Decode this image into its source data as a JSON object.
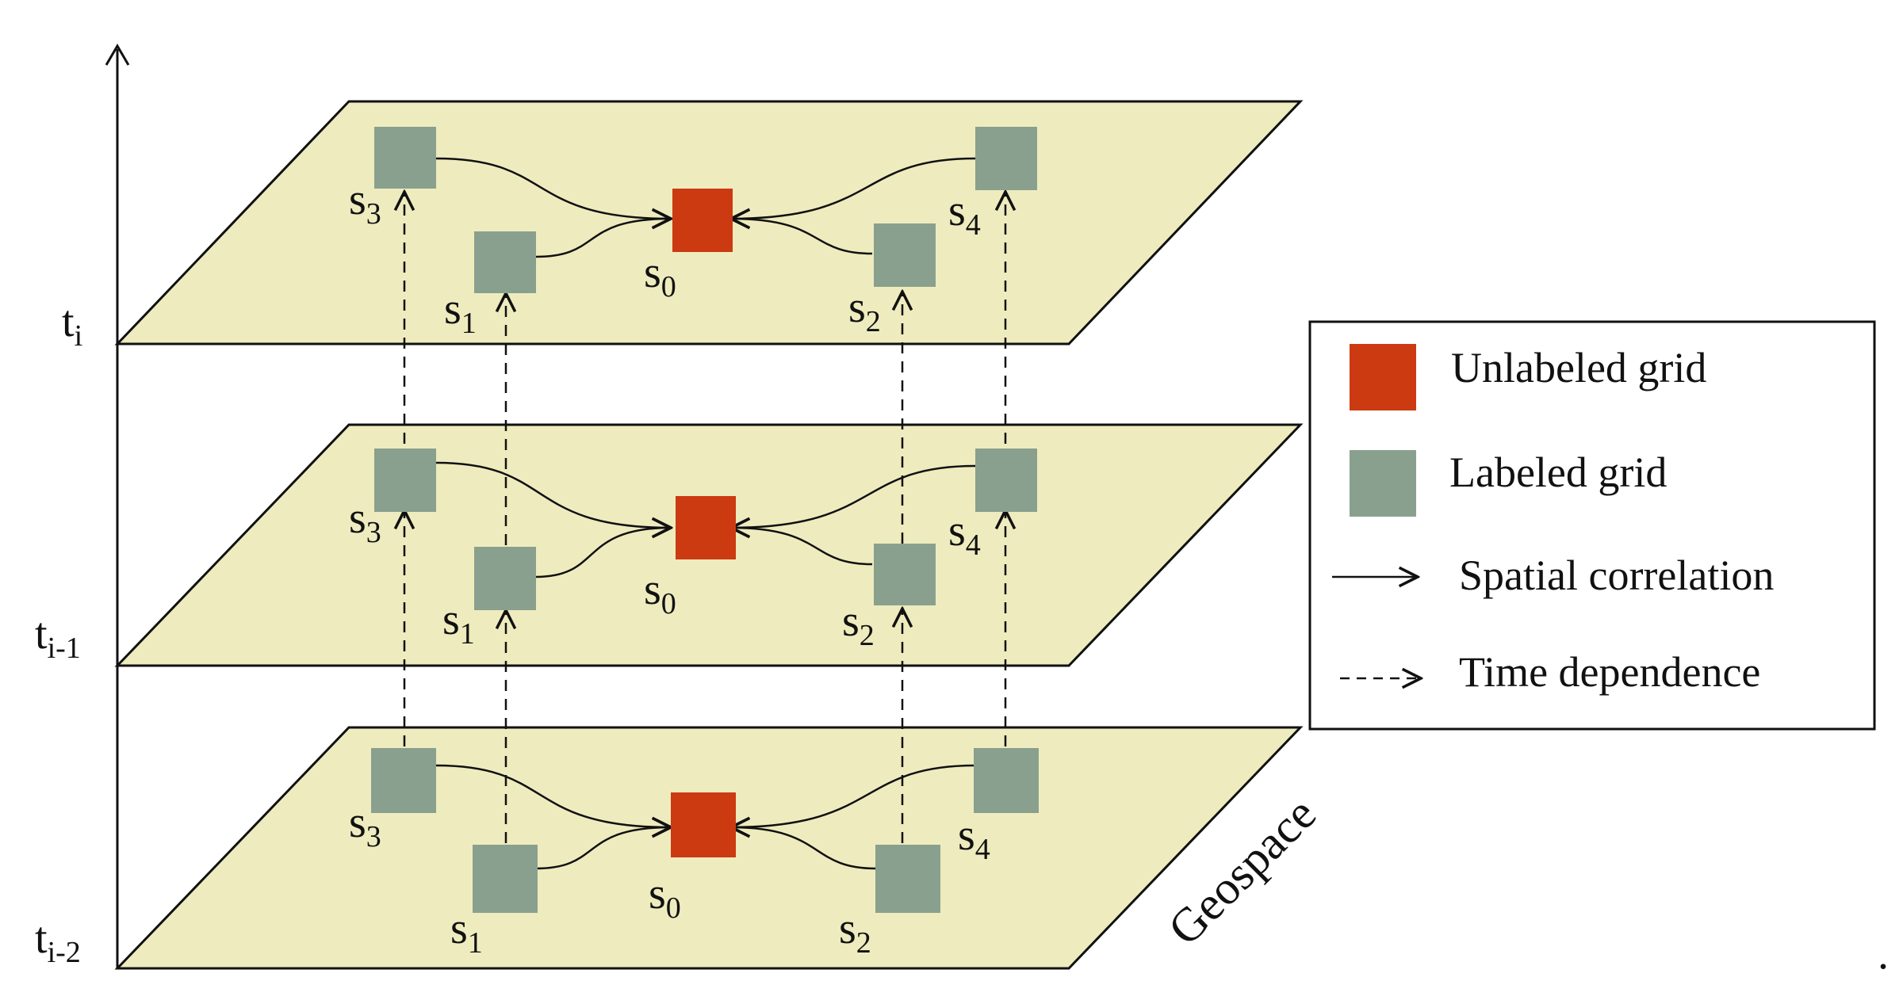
{
  "colors": {
    "plane_fill": "#EEECBE",
    "plane_stroke": "#111111",
    "unlabeled_grid": "#CC3A11",
    "labeled_grid": "#8AA08E",
    "line": "#111111"
  },
  "time_labels": [
    {
      "base": "t",
      "sub": "i"
    },
    {
      "base": "t",
      "sub": "i-1"
    },
    {
      "base": "t",
      "sub": "i-2"
    }
  ],
  "geospace_label": "Geospace",
  "grid_labels": {
    "s0": {
      "base": "s",
      "sub": "0"
    },
    "s1": {
      "base": "s",
      "sub": "1"
    },
    "s2": {
      "base": "s",
      "sub": "2"
    },
    "s3": {
      "base": "s",
      "sub": "3"
    },
    "s4": {
      "base": "s",
      "sub": "4"
    }
  },
  "legend": {
    "unlabeled": "Unlabeled grid",
    "labeled": "Labeled grid",
    "spatial": "Spatial correlation",
    "time": "Time dependence"
  },
  "trailing_mark": "."
}
